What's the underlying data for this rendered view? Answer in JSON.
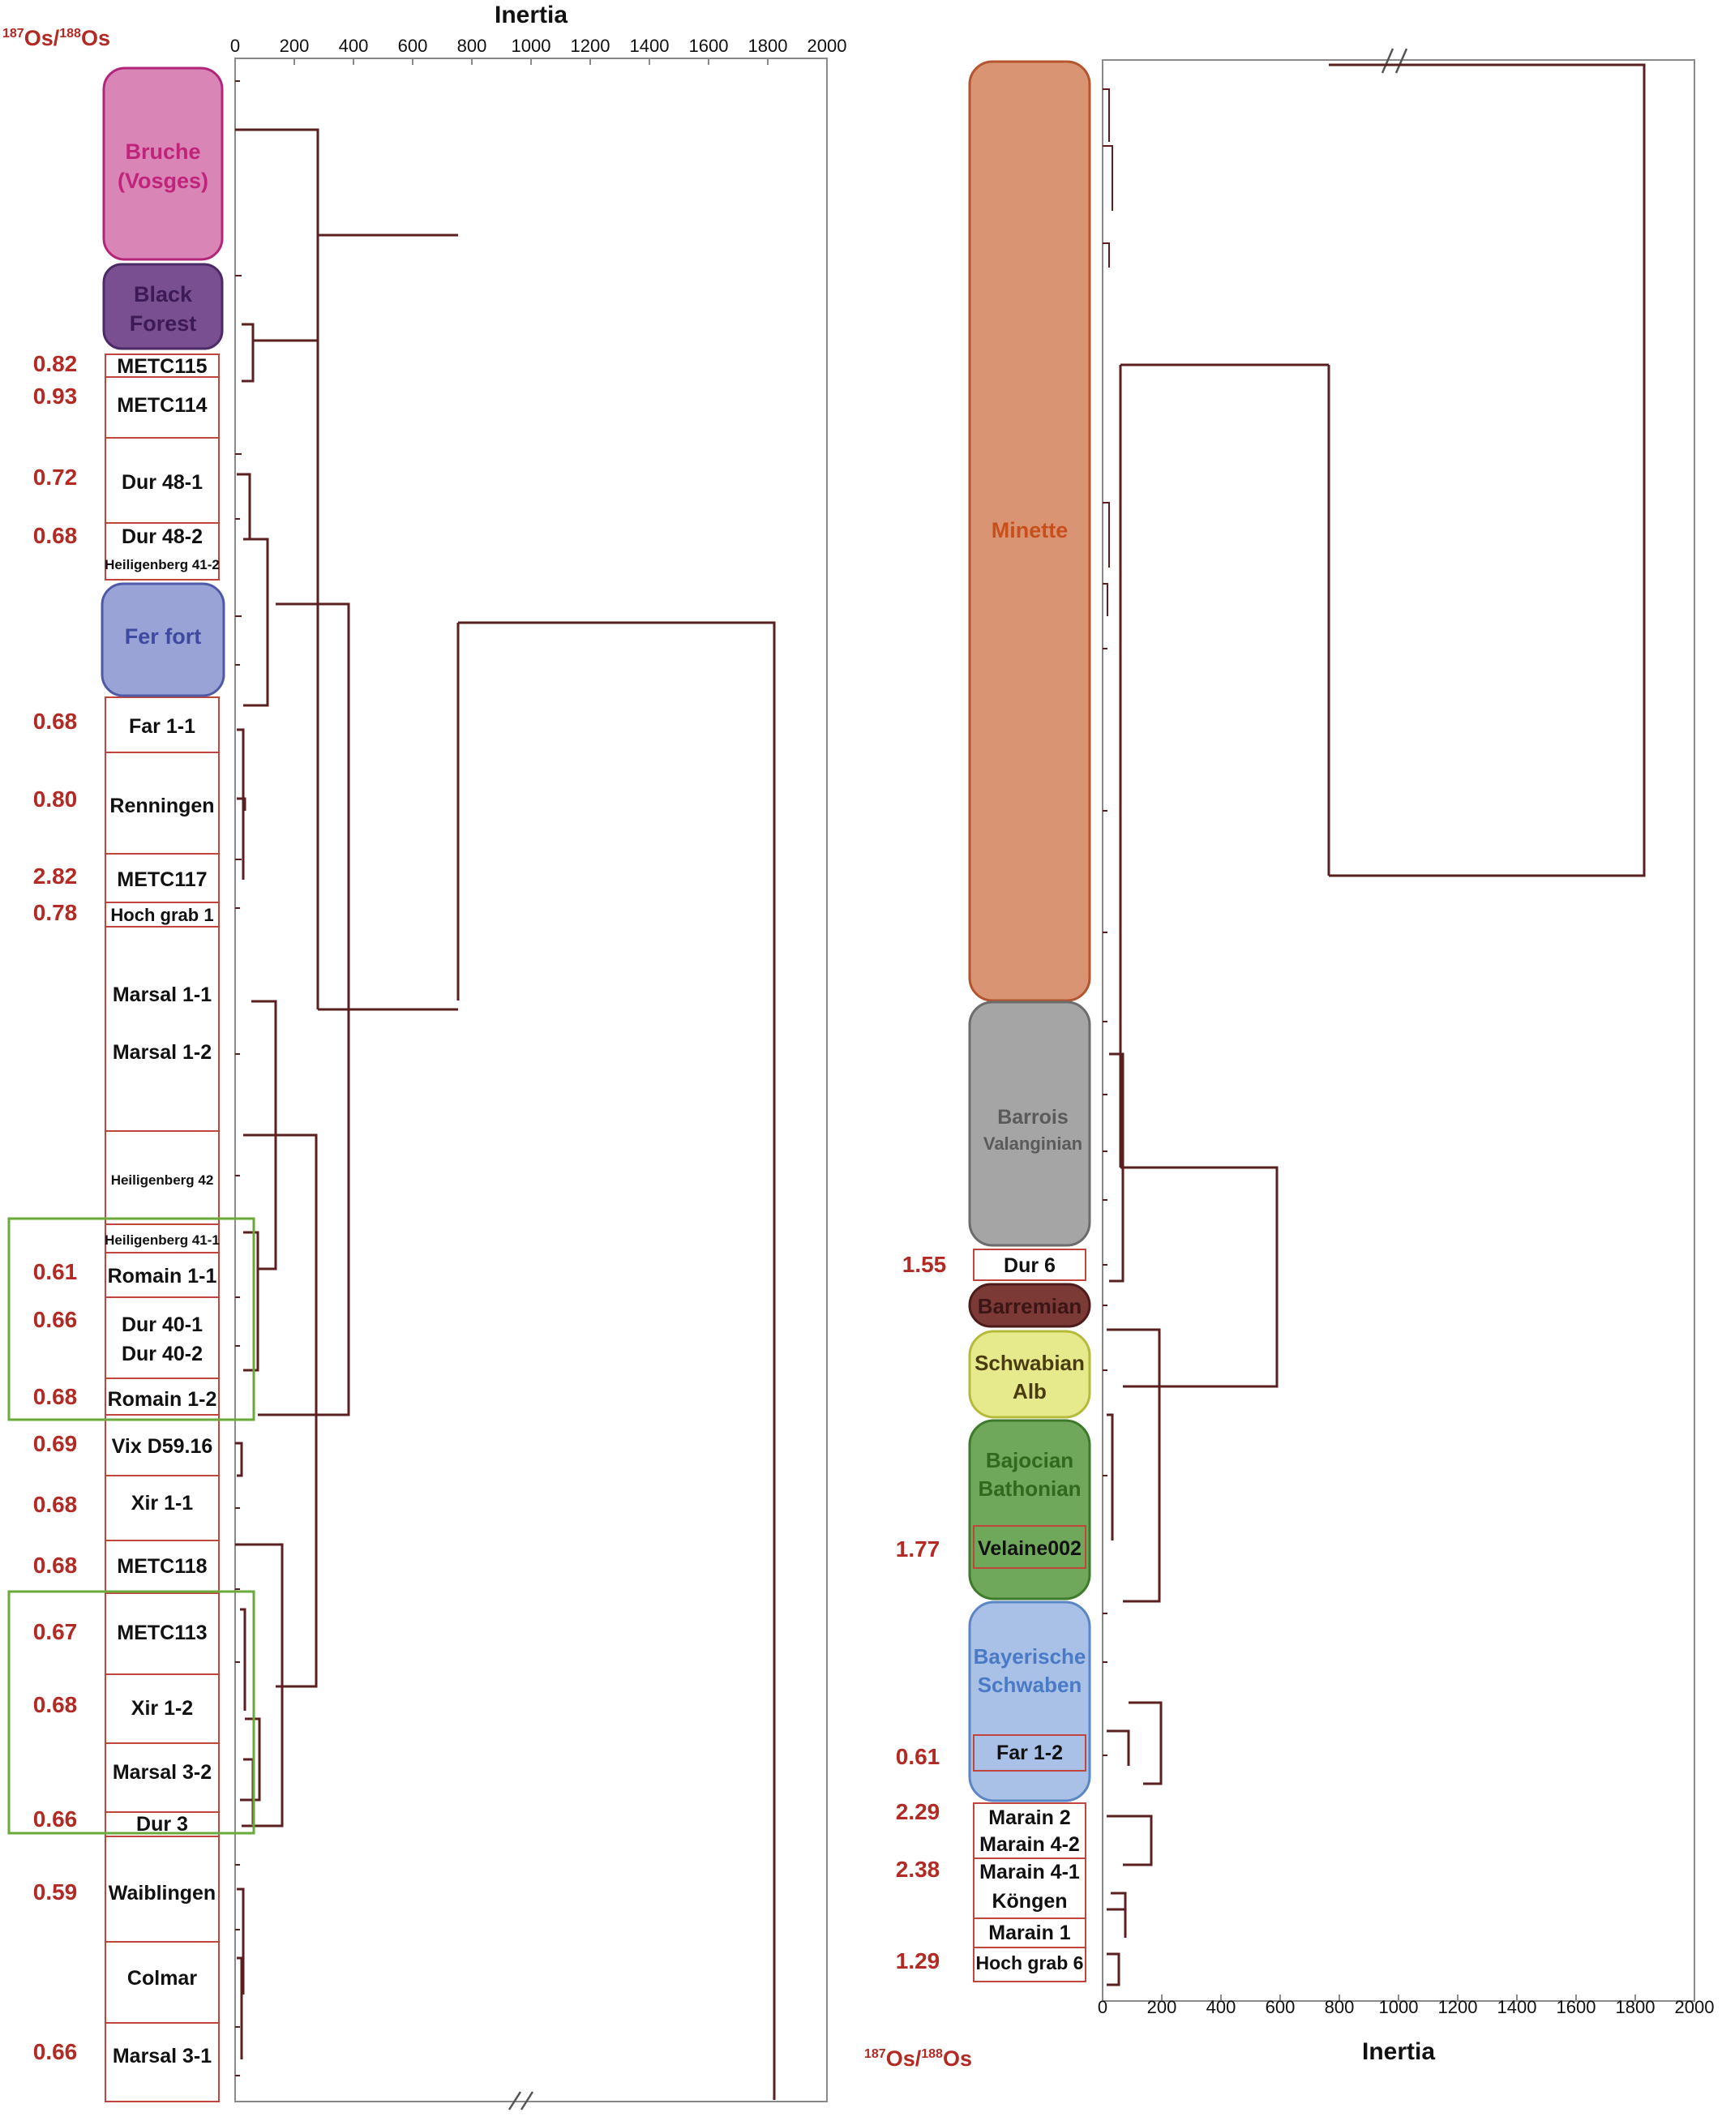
{
  "colors": {
    "branch": "#5a1f1f",
    "frame": "#8a8a8a",
    "sample_box_stroke": "#c0453c",
    "ratio_text": "#b32a24",
    "highlight_box": "#6aaa3a",
    "bruche_fill": "#d986b6",
    "bruche_stroke": "#b3257a",
    "bruche_text": "#c0237a",
    "blackforest_fill": "#7a4f92",
    "blackforest_stroke": "#4b2a66",
    "blackforest_text": "#3c1a55",
    "ferfort_fill": "#9aa3d6",
    "ferfort_stroke": "#4e5aa8",
    "ferfort_text": "#3e4aa0",
    "minette_fill": "#d99573",
    "minette_stroke": "#b4552f",
    "minette_text": "#c84f1c",
    "barrois_fill": "#a5a5a5",
    "barrois_stroke": "#6c6c6c",
    "barrois_text": "#5a5a5a",
    "barremian_fill": "#7b3a36",
    "barremian_stroke": "#4d1c1a",
    "barremian_text": "#3c1616",
    "schwabian_fill": "#e6ea8c",
    "schwabian_stroke": "#b5ba3a",
    "schwabian_text": "#4a3c10",
    "bajocian_fill": "#6fa85a",
    "bajocian_stroke": "#3e7a2c",
    "bajocian_text": "#2f6a20",
    "bayerische_fill": "#a9c1e6",
    "bayerische_stroke": "#5b86c6",
    "bayerische_text": "#4a7ac6"
  },
  "left_panel": {
    "axis_title": "Inertia",
    "ratio_header": "187Os/188Os",
    "ticks": [
      "0",
      "200",
      "400",
      "600",
      "800",
      "1000",
      "1200",
      "1400",
      "1600",
      "1800",
      "2000"
    ],
    "groups": {
      "bruche": [
        "Bruche",
        "(Vosges)"
      ],
      "blackforest": [
        "Black",
        "Forest"
      ],
      "ferfort": "Fer fort"
    },
    "samples": {
      "metc115": "METC115",
      "metc114": "METC114",
      "dur48_1": "Dur 48-1",
      "dur48_2": "Dur 48-2",
      "heil41_2": "Heiligenberg 41-2",
      "far1_1": "Far 1-1",
      "renningen": "Renningen",
      "metc117": "METC117",
      "hochgrab1": "Hoch grab 1",
      "marsal1_1": "Marsal 1-1",
      "marsal1_2": "Marsal 1-2",
      "heil42": "Heiligenberg 42",
      "heil41_1": "Heiligenberg 41-1",
      "romain1_1": "Romain 1-1",
      "dur40_1": "Dur 40-1",
      "dur40_2": "Dur 40-2",
      "romain1_2": "Romain 1-2",
      "vix": "Vix D59.16",
      "xir1_1": "Xir 1-1",
      "metc118": "METC118",
      "metc113": "METC113",
      "xir1_2": "Xir 1-2",
      "marsal3_2": "Marsal 3-2",
      "dur3": "Dur 3",
      "waiblingen": "Waiblingen",
      "colmar": "Colmar",
      "marsal3_1": "Marsal 3-1"
    },
    "ratios": {
      "metc115": "0.82",
      "metc114": "0.93",
      "dur48_1": "0.72",
      "dur48_2": "0.68",
      "far1_1": "0.68",
      "renningen": "0.80",
      "metc117": "2.82",
      "hochgrab1": "0.78",
      "romain1_1": "0.61",
      "dur40": "0.66",
      "romain1_2": "0.68",
      "vix": "0.69",
      "xir1_1": "0.68",
      "metc118": "0.68",
      "metc113": "0.67",
      "xir1_2": "0.68",
      "dur3": "0.66",
      "waiblingen": "0.59",
      "marsal3_1": "0.66"
    }
  },
  "right_panel": {
    "axis_title": "Inertia",
    "ratio_header": "187Os/188Os",
    "ticks": [
      "0",
      "200",
      "400",
      "600",
      "800",
      "1000",
      "1200",
      "1400",
      "1600",
      "1800",
      "2000"
    ],
    "groups": {
      "minette": "Minette",
      "barrois": [
        "Barrois",
        "Valanginian"
      ],
      "barremian": "Barremian",
      "schwabian": [
        "Schwabian",
        "Alb"
      ],
      "bajocian": [
        "Bajocian",
        "Bathonian"
      ],
      "bayerische": [
        "Bayerische",
        "Schwaben"
      ]
    },
    "samples": {
      "dur6": "Dur 6",
      "velaine": "Velaine002",
      "far1_2": "Far 1-2",
      "marain2": "Marain 2",
      "marain4_2": "Marain 4-2",
      "marain4_1": "Marain 4-1",
      "kongen": "Köngen",
      "marain1": "Marain 1",
      "hochgrab6": "Hoch grab 6"
    },
    "ratios": {
      "dur6": "1.55",
      "velaine": "1.77",
      "far1_2": "0.61",
      "marain2": "2.29",
      "marain4_1": "2.38",
      "hochgrab6": "1.29"
    }
  }
}
